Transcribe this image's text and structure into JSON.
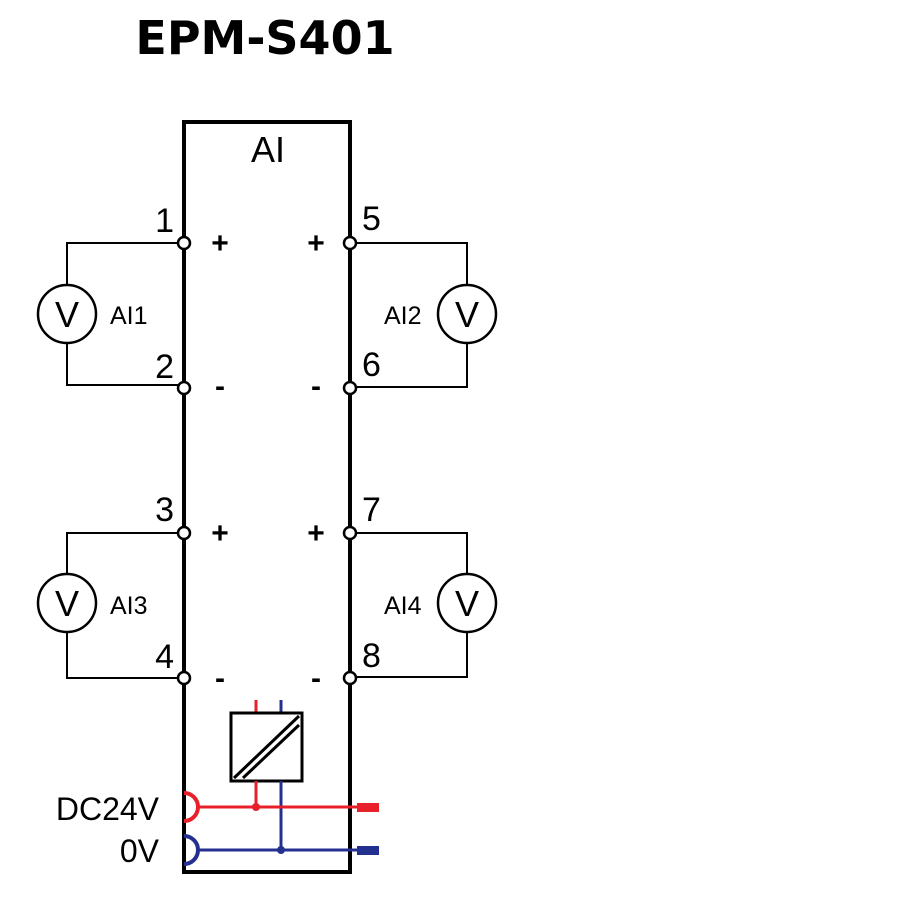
{
  "title": "EPM-S401",
  "module_label": "AI",
  "terminals": [
    "1",
    "2",
    "3",
    "4",
    "5",
    "6",
    "7",
    "8"
  ],
  "signs": {
    "plus": "+",
    "minus": "-"
  },
  "channels": [
    {
      "label": "AI1",
      "meter": "V"
    },
    {
      "label": "AI2",
      "meter": "V"
    },
    {
      "label": "AI3",
      "meter": "V"
    },
    {
      "label": "AI4",
      "meter": "V"
    }
  ],
  "power": {
    "supply": "DC24V",
    "ground": "0V"
  },
  "colors": {
    "supply": "#e8202a",
    "ground": "#24308f",
    "line": "#000000"
  }
}
